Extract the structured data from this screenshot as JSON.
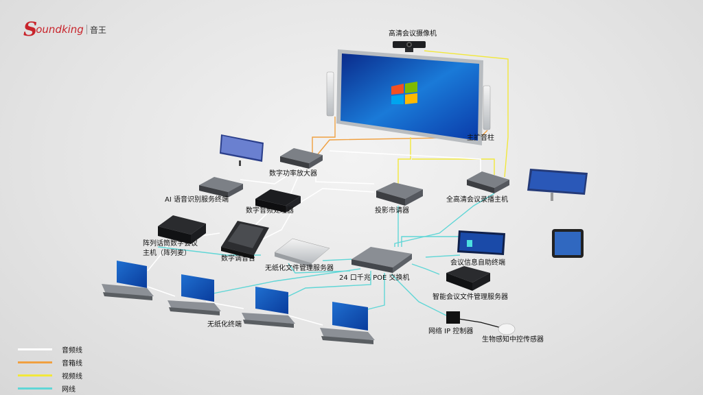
{
  "brand": {
    "logo_initial": "S",
    "logo_rest": "oundking",
    "logo_cn": "音王"
  },
  "colors": {
    "audio": "#ffffff",
    "speaker": "#f0a040",
    "video": "#f2e83a",
    "network": "#5fd6d6",
    "brand": "#c8242b"
  },
  "labels": {
    "camera": "高清会议摄像机",
    "main_speaker": "主扩音柱",
    "amplifier": "数字功率放大器",
    "ai_server": "AI 语音识别服务终端",
    "audio_processor": "数字音频处理器",
    "projector": "投影市请器",
    "recorder": "全高清会议录播主机",
    "array_mic_host_line1": "阵列话筒数字会议",
    "array_mic_host_line2": "主机（阵列麦）",
    "mixer": "数字调音台",
    "paperless_server": "无纸化文件管理服务器",
    "poe_switch": "24 口千兆 POE 交换机",
    "info_terminal": "会议信息自助终端",
    "smart_file_server": "智能会议文件管理服务器",
    "paperless_terminal": "无纸化终端",
    "ip_controller": "网络 IP 控制器",
    "bio_sensor": "生物感知中控传感器"
  },
  "legend": [
    {
      "label": "音频线",
      "color": "#ffffff",
      "icon": "audio-line"
    },
    {
      "label": "音箱线",
      "color": "#f0a040",
      "icon": "speaker-line"
    },
    {
      "label": "视频线",
      "color": "#f2e83a",
      "icon": "video-line"
    },
    {
      "label": "网线",
      "color": "#5fd6d6",
      "icon": "network-line"
    }
  ]
}
